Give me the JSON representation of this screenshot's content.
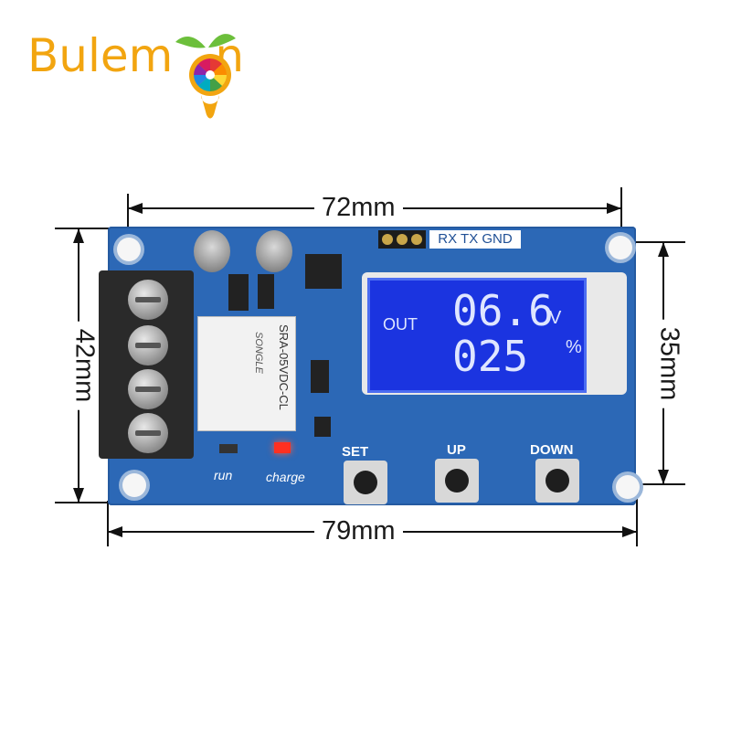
{
  "brand": {
    "text_before": "Bulem",
    "text_after": "n",
    "color": "#f2a510"
  },
  "dimensions": {
    "top_width": "72mm",
    "bottom_width": "79mm",
    "left_height": "42mm",
    "right_height": "35mm"
  },
  "board": {
    "color": "#2c68b6",
    "header_label": "RX TX GND",
    "relay_text": "SRA-05VDC-CL",
    "relay_brand": "SONGLE",
    "silk_run": "run",
    "silk_charge": "charge",
    "led_color": "#ff3020"
  },
  "lcd": {
    "label_out": "OUT",
    "voltage": "06.6",
    "voltage_unit": "V",
    "percent": "025",
    "percent_unit": "%",
    "color": "#1b34e0"
  },
  "buttons": [
    {
      "label": "SET"
    },
    {
      "label": "UP"
    },
    {
      "label": "DOWN"
    }
  ]
}
